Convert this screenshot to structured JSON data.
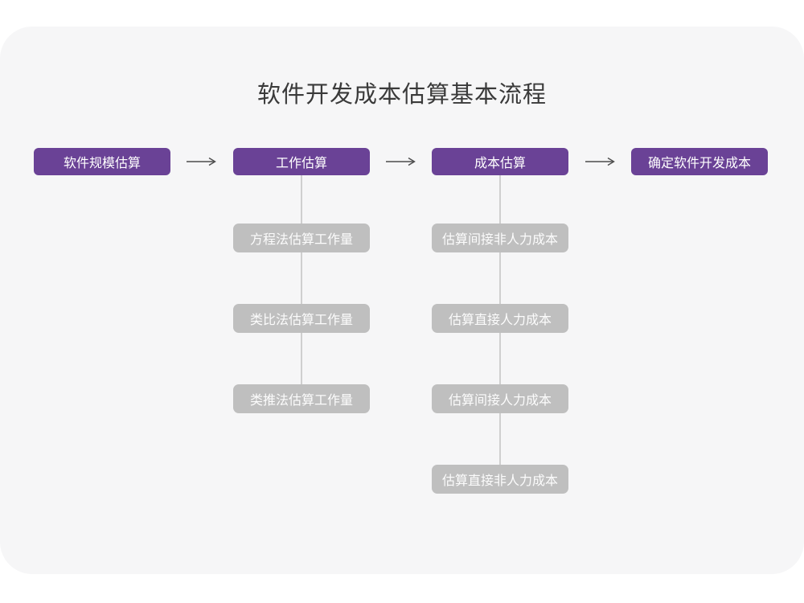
{
  "page": {
    "title": "软件开发成本估算基本流程"
  },
  "colors": {
    "page_bg": "#ffffff",
    "card_bg": "#f6f6f7",
    "primary_box": "#6a4296",
    "primary_text": "#ffffff",
    "secondary_box": "#bfbfbf",
    "secondary_text": "#ffffff",
    "connector_line": "#cfcfcf",
    "arrow": "#4c4c4c",
    "title_text": "#3a3a3a"
  },
  "flow": {
    "main_steps": [
      {
        "label": "软件规模估算"
      },
      {
        "label": "工作估算"
      },
      {
        "label": "成本估算"
      },
      {
        "label": "确定软件开发成本"
      }
    ],
    "work_estimation_methods": [
      "方程法估算工作量",
      "类比法估算工作量",
      "类推法估算工作量"
    ],
    "cost_estimation_steps": [
      "估算间接非人力成本",
      "估算直接人力成本",
      "估算间接人力成本",
      "估算直接非人力成本"
    ]
  }
}
